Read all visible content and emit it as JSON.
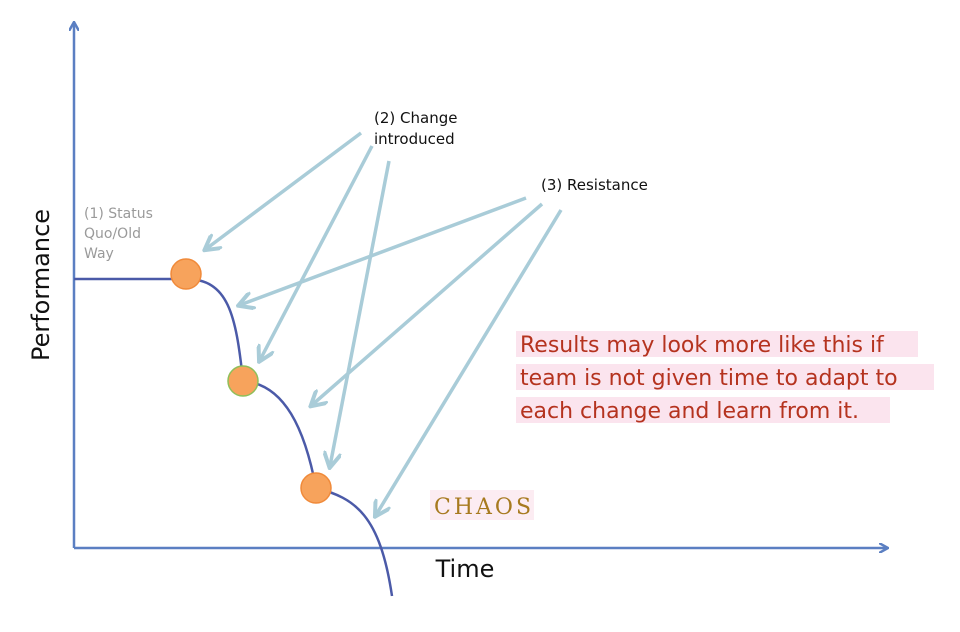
{
  "axes": {
    "y_label": "Performance",
    "x_label": "Time"
  },
  "annotations": {
    "status_quo": [
      "(1) Status",
      "Quo/Old",
      "Way"
    ],
    "change": [
      "(2) Change",
      "introduced"
    ],
    "resistance": "(3) Resistance",
    "results": [
      "Results may look more like this if",
      "team is not given time to adapt to",
      "each change and learn from it."
    ],
    "chaos": "CHAOS"
  },
  "colors": {
    "axis": "#5b7fc2",
    "curve": "#4b5aa8",
    "arrow": "#a9ccd8",
    "dot": "#f7a35c",
    "dot_edge": "#f08a3a",
    "status_text": "#9a9a9a",
    "results_text": "#b5331f",
    "results_highlight": "#fbe4ee",
    "chaos_text": "#a77a1f",
    "chaos_highlight": "#fcecf2",
    "label_text": "#111111"
  }
}
